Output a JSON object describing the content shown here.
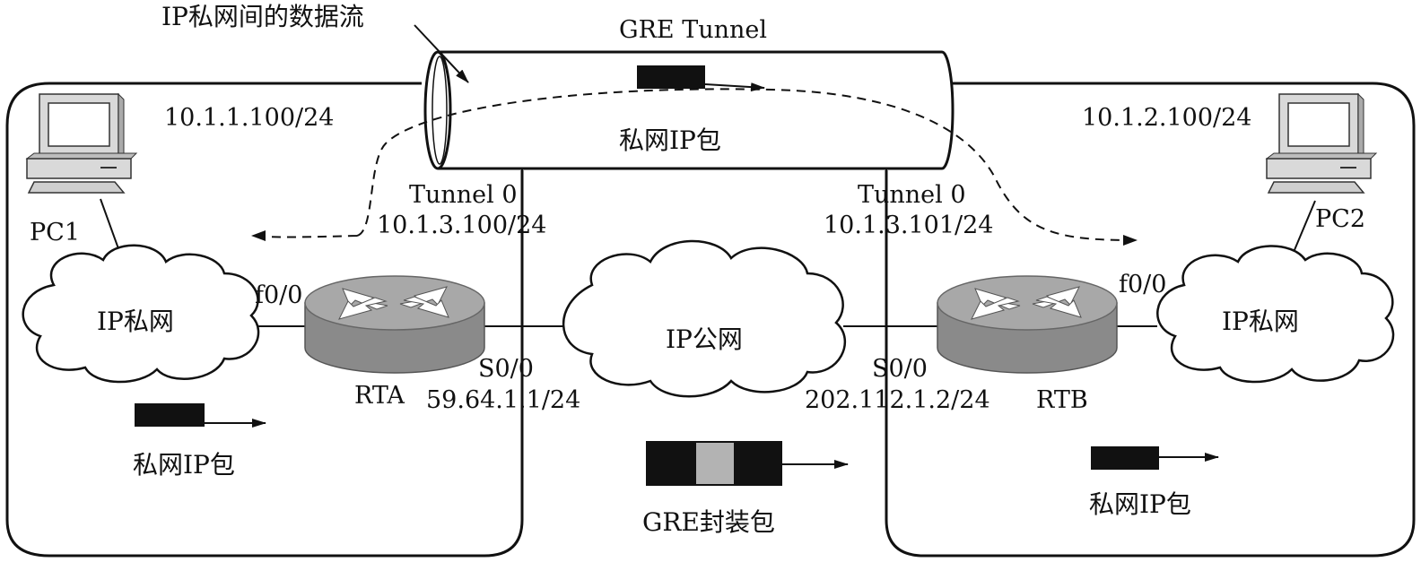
{
  "title_annotation": "IP私网间的数据流",
  "tunnel": {
    "label": "GRE Tunnel",
    "inner_packet_label": "私网IP包"
  },
  "left_site": {
    "pc_name": "PC1",
    "pc_ip": "10.1.1.100/24",
    "network_label": "IP私网",
    "router_name": "RTA",
    "lan_interface": "f0/0",
    "tunnel_interface": "Tunnel 0",
    "tunnel_ip": "10.1.3.100/24",
    "wan_interface": "S0/0",
    "wan_ip": "59.64.1.1/24",
    "packet_label": "私网IP包"
  },
  "right_site": {
    "pc_name": "PC2",
    "pc_ip": "10.1.2.100/24",
    "network_label": "IP私网",
    "router_name": "RTB",
    "lan_interface": "f0/0",
    "tunnel_interface": "Tunnel 0",
    "tunnel_ip": "10.1.3.101/24",
    "wan_interface": "S0/0",
    "wan_ip": "202.112.1.2/24",
    "packet_label": "私网IP包"
  },
  "public_network": {
    "label": "IP公网",
    "packet_label": "GRE封装包"
  },
  "colors": {
    "line": "#111111",
    "router_body": "#8a8a8a",
    "router_top": "#a8a8a8",
    "pc_body": "#d9d9d9",
    "gre_header": "#b3b3b3"
  }
}
